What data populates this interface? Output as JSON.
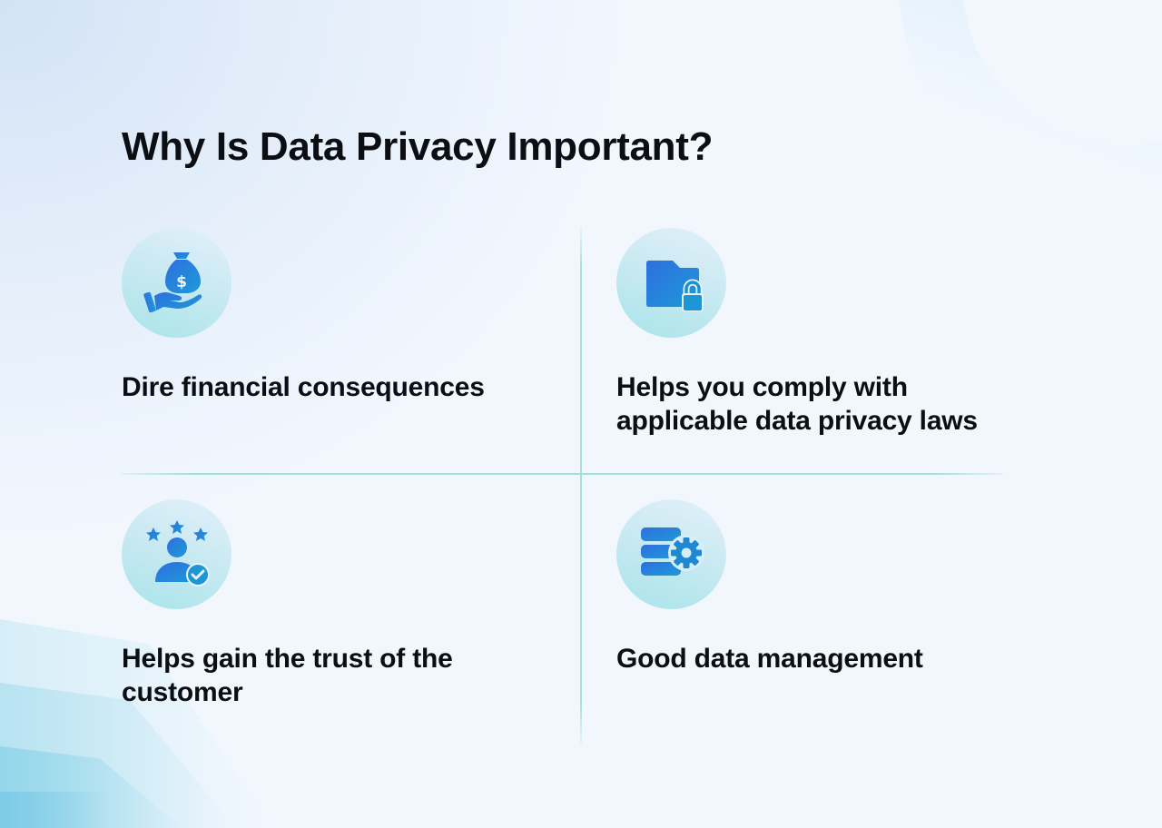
{
  "page": {
    "title": "Why Is Data Privacy Important?"
  },
  "colors": {
    "background": "#f2f7fe",
    "icon_gradient_start": "#2e6fe0",
    "icon_gradient_end": "#1e9ad6",
    "circle_fill": "#c7e9f1",
    "divider": "#9fe0da",
    "text": "#0b0f14"
  },
  "reasons": [
    {
      "icon": "money-bag-hand-icon",
      "label": "Dire financial consequences"
    },
    {
      "icon": "folder-lock-icon",
      "label": "Helps you comply with applicable data privacy laws"
    },
    {
      "icon": "customer-rating-check-icon",
      "label": "Helps gain the trust of the customer"
    },
    {
      "icon": "database-gear-icon",
      "label": "Good data management"
    }
  ]
}
